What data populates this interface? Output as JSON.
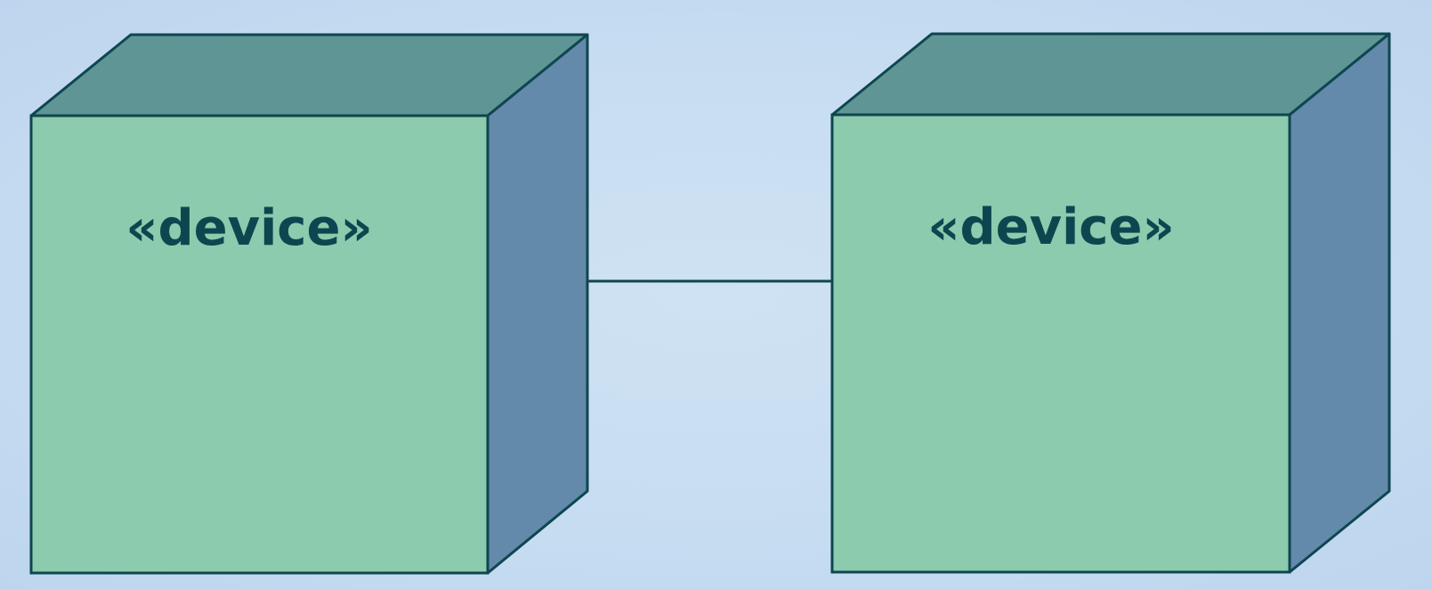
{
  "diagram": {
    "colors": {
      "background": "#c9ddf2",
      "front_face": "#8ccbad",
      "top_face": "#5f9595",
      "side_face": "#6389ab",
      "outline": "#0e4650",
      "text": "#0e4650"
    },
    "nodes": [
      {
        "stereotype": "«device»"
      },
      {
        "stereotype": "«device»"
      }
    ],
    "connections": [
      {
        "from": 0,
        "to": 1
      }
    ]
  }
}
